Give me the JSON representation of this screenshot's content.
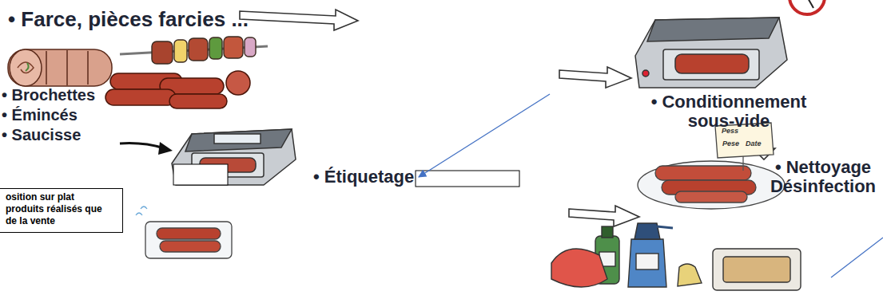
{
  "diagram": {
    "nodes": [
      {
        "text": [
          "osition sur plat produits réalisés que de la vente"
        ]
      }
    ],
    "labels": [
      "• Farce, pièces farcies ...",
      "• Brochettes",
      "• Émincés",
      "• Saucisse",
      "• Étiquetage",
      "• Conditionnement sous-vide",
      "Pess",
      "Pese",
      "Date",
      "• Nettoyage Désinfection"
    ]
  }
}
